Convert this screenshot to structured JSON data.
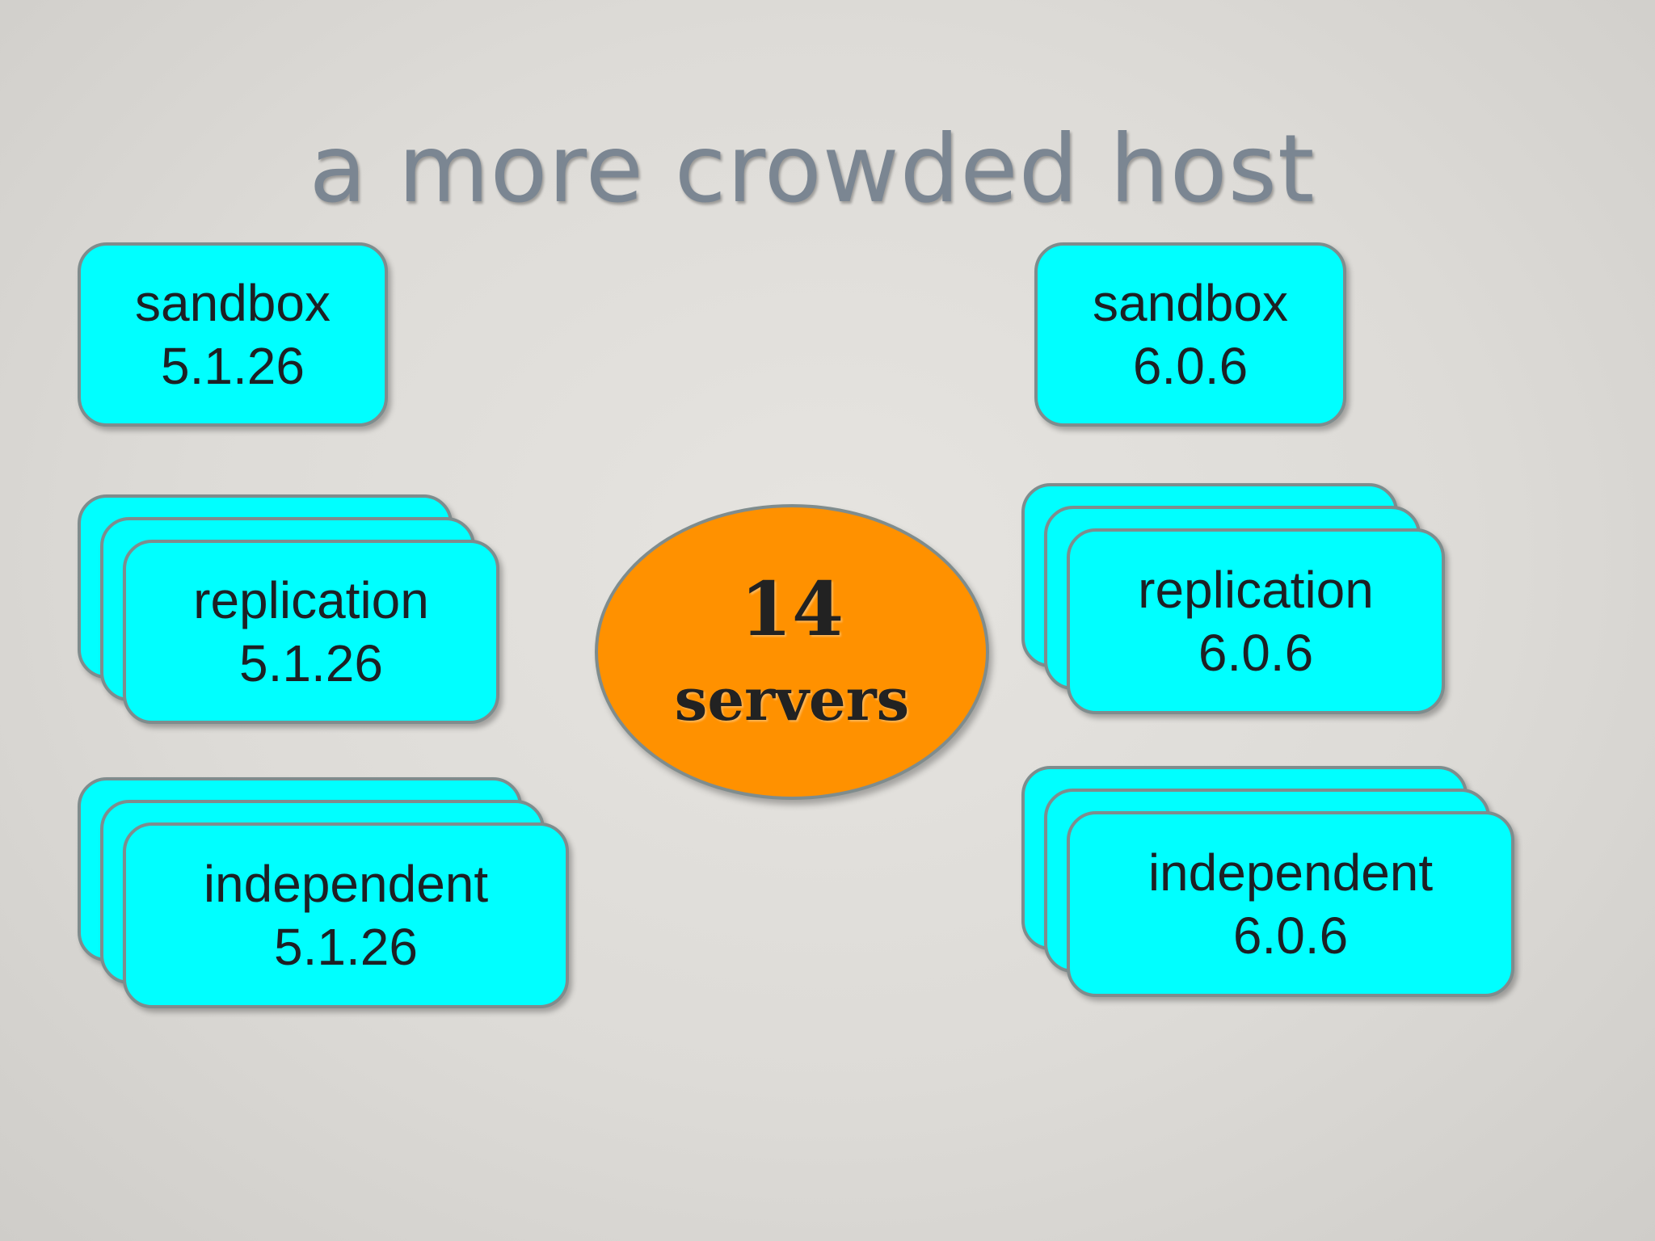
{
  "slide": {
    "title": "a more crowded host"
  },
  "hub": {
    "count": "14",
    "unit": "servers"
  },
  "left": {
    "sandbox": {
      "name": "sandbox",
      "version": "5.1.26"
    },
    "replication": {
      "name": "replication",
      "version": "5.1.26"
    },
    "independent": {
      "name": "independent",
      "version": "5.1.26"
    }
  },
  "right": {
    "sandbox": {
      "name": "sandbox",
      "version": "6.0.6"
    },
    "replication": {
      "name": "replication",
      "version": "6.0.6"
    },
    "independent": {
      "name": "independent",
      "version": "6.0.6"
    }
  },
  "colors": {
    "box_fill": "#00ffff",
    "hub_fill": "#ff9100",
    "title": "#7b8692"
  }
}
